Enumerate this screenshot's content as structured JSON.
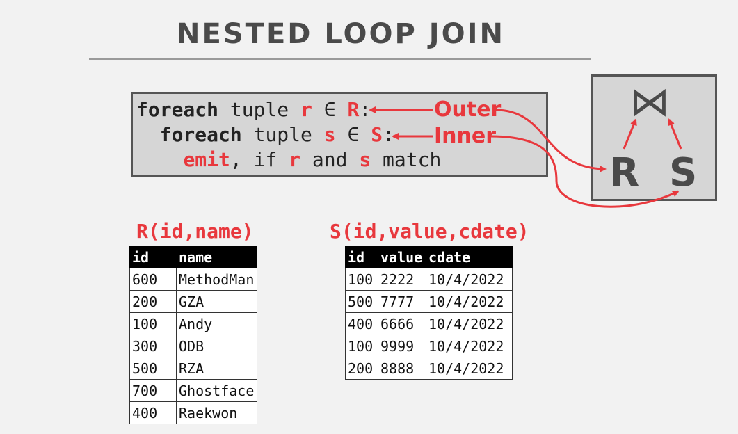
{
  "slide": {
    "title": "NESTED LOOP JOIN"
  },
  "code": {
    "line1": {
      "kw": "foreach",
      "mid": " tuple ",
      "var": "r",
      "in": " ∈ ",
      "rel": "R",
      "end": ":"
    },
    "line2": {
      "kw": "foreach",
      "mid": " tuple ",
      "var": "s",
      "in": " ∈ ",
      "rel": "S",
      "end": ":"
    },
    "line3": {
      "kw": "emit",
      "a": ", if ",
      "v1": "r",
      "b": " and ",
      "v2": "s",
      "c": " match"
    }
  },
  "labels": {
    "outer": "Outer",
    "inner": "Inner"
  },
  "operator": {
    "join_symbol": "⋈",
    "left": "R",
    "right": "S"
  },
  "table_r": {
    "title": "R(id,name)",
    "columns": [
      "id",
      "name"
    ],
    "rows": [
      [
        "600",
        "MethodMan"
      ],
      [
        "200",
        "GZA"
      ],
      [
        "100",
        "Andy"
      ],
      [
        "300",
        "ODB"
      ],
      [
        "500",
        "RZA"
      ],
      [
        "700",
        "Ghostface"
      ],
      [
        "400",
        "Raekwon"
      ]
    ]
  },
  "table_s": {
    "title": "S(id,value,cdate)",
    "columns": [
      "id",
      "value",
      "cdate"
    ],
    "rows": [
      [
        "100",
        "2222",
        "10/4/2022"
      ],
      [
        "500",
        "7777",
        "10/4/2022"
      ],
      [
        "400",
        "6666",
        "10/4/2022"
      ],
      [
        "100",
        "9999",
        "10/4/2022"
      ],
      [
        "200",
        "8888",
        "10/4/2022"
      ]
    ]
  },
  "colors": {
    "accent": "#e8383d",
    "dark": "#4a4a4a",
    "box": "#d6d6d6"
  }
}
